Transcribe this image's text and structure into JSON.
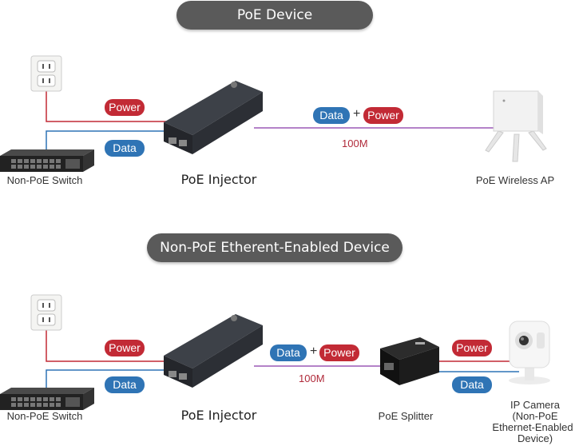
{
  "section1": {
    "title": "PoE Device",
    "power_label": "Power",
    "data_label": "Data",
    "combined_data": "Data",
    "plus": "+",
    "combined_power": "Power",
    "speed": "100M",
    "switch_label": "Non-PoE Switch",
    "injector_label": "PoE Injector",
    "ap_label": "PoE Wireless AP"
  },
  "section2": {
    "title": "Non-PoE Etherent-Enabled Device",
    "power_label": "Power",
    "data_label": "Data",
    "combined_data": "Data",
    "plus": "+",
    "combined_power": "Power",
    "speed": "100M",
    "right_power": "Power",
    "right_data": "Data",
    "switch_label": "Non-PoE Switch",
    "injector_label": "PoE Injector",
    "splitter_label": "PoE Splitter",
    "camera_label_1": "IP Camera",
    "camera_label_2": "(Non-PoE",
    "camera_label_3": "Ethernet-Enabled",
    "camera_label_4": "Device)"
  },
  "colors": {
    "power": "#c22a35",
    "data": "#2f74b5",
    "combined": "#9b59b6",
    "banner": "#5a5a5a"
  }
}
